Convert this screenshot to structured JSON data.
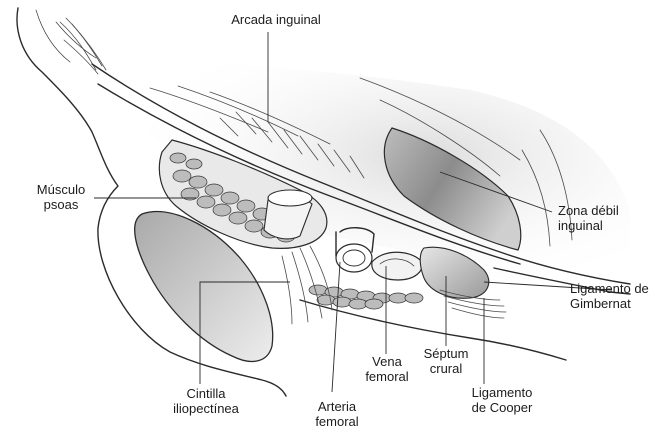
{
  "labels": {
    "arcada": "Arcada inguinal",
    "musculo_1": "Músculo",
    "musculo_2": "psoas",
    "zona_1": "Zona débil",
    "zona_2": "inguinal",
    "gimbernat_1": "Ligamento de",
    "gimbernat_2": "Gimbernat",
    "septum_1": "Séptum",
    "septum_2": "crural",
    "vena_1": "Vena",
    "vena_2": "femoral",
    "cooper_1": "Ligamento",
    "cooper_2": "de Cooper",
    "cintilla_1": "Cintilla",
    "cintilla_2": "iliopectínea",
    "arteria_1": "Arteria",
    "arteria_2": "femoral"
  }
}
